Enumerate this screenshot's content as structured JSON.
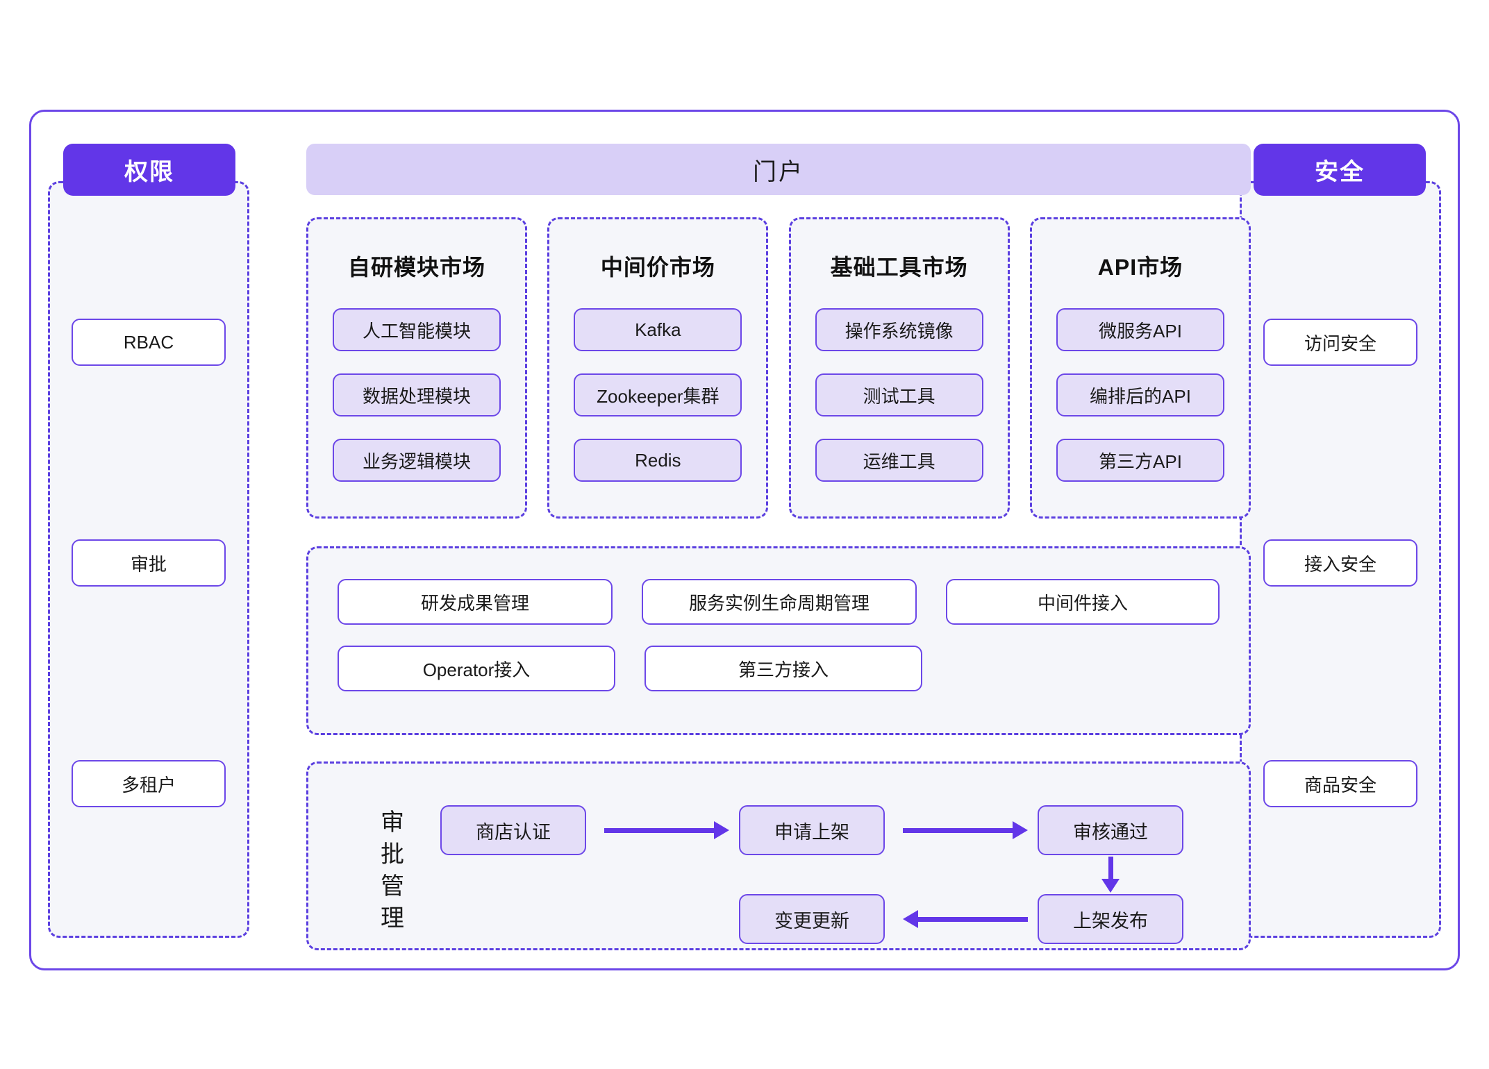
{
  "permission_column": {
    "badge": "权限",
    "items": [
      {
        "label": "RBAC"
      },
      {
        "label": "审批"
      },
      {
        "label": "多租户"
      }
    ]
  },
  "security_column": {
    "badge": "安全",
    "items": [
      {
        "label": "访问安全"
      },
      {
        "label": "接入安全"
      },
      {
        "label": "商品安全"
      }
    ]
  },
  "portal": {
    "title": "门户"
  },
  "markets": [
    {
      "title": "自研模块市场",
      "items": [
        "人工智能模块",
        "数据处理模块",
        "业务逻辑模块"
      ]
    },
    {
      "title": "中间价市场",
      "items": [
        "Kafka",
        "Zookeeper集群",
        "Redis"
      ]
    },
    {
      "title": "基础工具市场",
      "items": [
        "操作系统镜像",
        "测试工具",
        "运维工具"
      ]
    },
    {
      "title": "API市场",
      "items": [
        "微服务API",
        "编排后的API",
        "第三方API"
      ]
    }
  ],
  "services": {
    "row1": [
      "研发成果管理",
      "服务实例生命周期管理",
      "中间件接入"
    ],
    "row2": [
      "Operator接入",
      "第三方接入"
    ]
  },
  "approval": {
    "label": "审批管理",
    "label_chars": [
      "审",
      "批",
      "管",
      "理"
    ],
    "nodes": {
      "store": "商店认证",
      "apply": "申请上架",
      "approved": "审核通过",
      "publish": "上架发布",
      "update": "变更更新"
    },
    "flow": [
      {
        "from": "商店认证",
        "to": "申请上架",
        "direction": "right"
      },
      {
        "from": "申请上架",
        "to": "审核通过",
        "direction": "right"
      },
      {
        "from": "审核通过",
        "to": "上架发布",
        "direction": "down"
      },
      {
        "from": "上架发布",
        "to": "变更更新",
        "direction": "left"
      }
    ]
  },
  "colors": {
    "accent": "#6236E8",
    "border": "#6C47E8",
    "dashed": "#5B3FE0",
    "pill_fill": "#E4DEF8",
    "banner_fill": "#D8CFF7",
    "panel_fill": "#F5F6FA",
    "page_bg": "#FFFFFF"
  }
}
